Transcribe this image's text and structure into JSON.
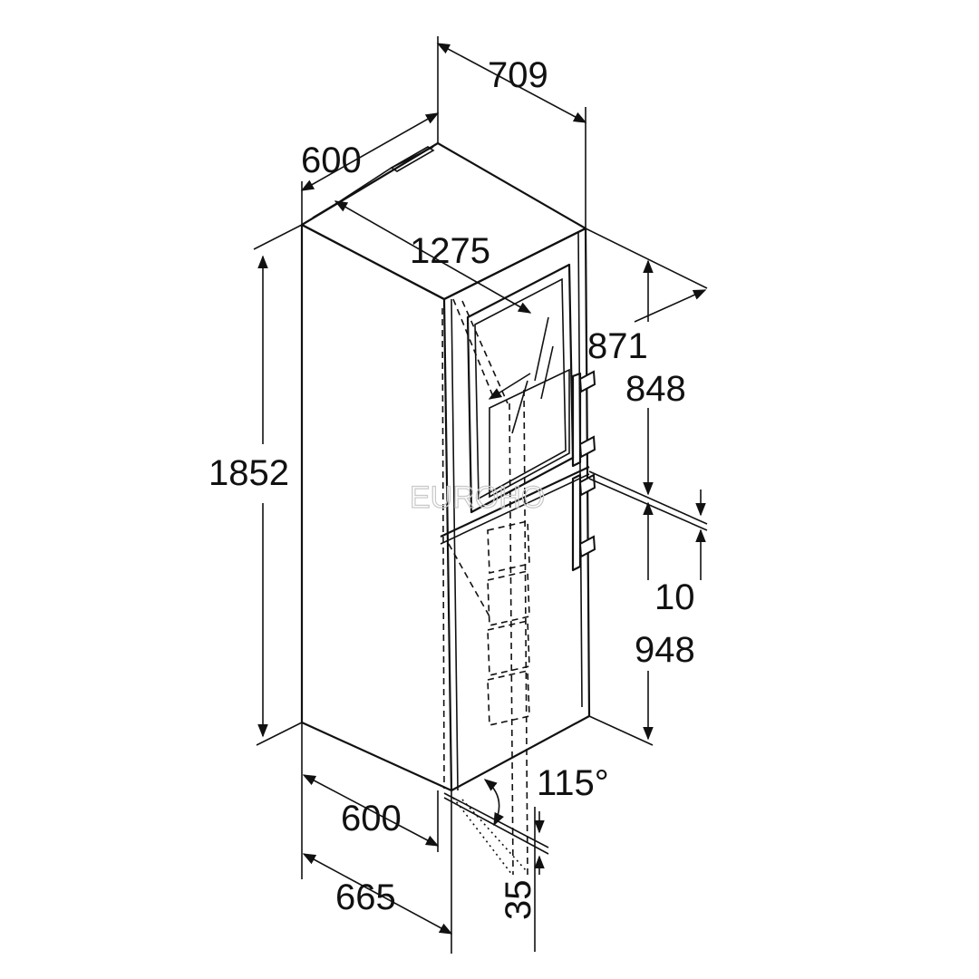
{
  "watermark": "EUROHO",
  "dimensions": {
    "top_width": "600",
    "top_depth": "709",
    "door_diagonal": "1275",
    "total_height": "1852",
    "upper_depth_open": "871",
    "upper_section_height": "848",
    "gap": "10",
    "lower_section_height": "948",
    "door_angle": "115°",
    "bottom_width": "600",
    "bottom_depth": "665",
    "side_clearance": "35"
  },
  "colors": {
    "line": "#111111",
    "watermark": "#c8c8c8"
  }
}
